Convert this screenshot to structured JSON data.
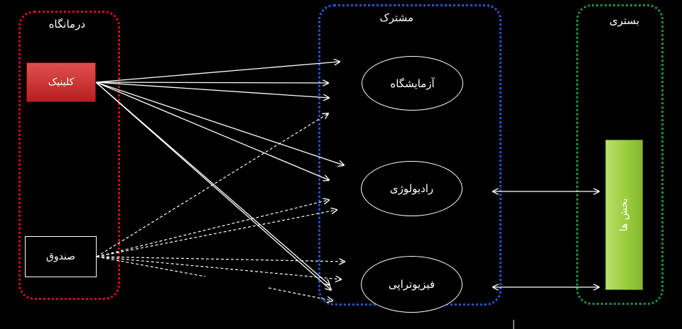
{
  "groups": {
    "clinic": {
      "title": "درمانگاه"
    },
    "shared": {
      "title": "مشترک"
    },
    "inpatient": {
      "title": "بستری"
    }
  },
  "nodes": {
    "clinic": "کلینیک",
    "cashier": "صندوق",
    "lab": "آزمایشگاه",
    "radiology": "رادیولوژی",
    "physiotherapy": "فیزیوتراپی",
    "wards": "بخش ها"
  },
  "colors": {
    "background": "#000000",
    "clinic_group_border": "#d01020",
    "shared_group_border": "#2a54c8",
    "inpatient_group_border": "#1e9040",
    "clinic_box_fill": "#c83030",
    "wards_box_fill": "#9acd3f",
    "connector": "#ffffff"
  },
  "connectors": {
    "solid_from_clinic": 7,
    "dashed_from_cashier": 7,
    "bidirectional_to_wards": 2
  }
}
